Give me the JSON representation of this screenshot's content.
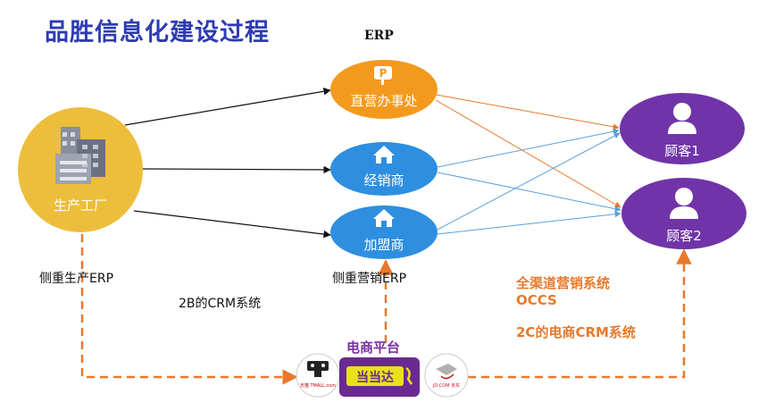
{
  "title": "品胜信息化建设过程",
  "labels": {
    "erp_top": "ERP",
    "production_focus": "侧重生产ERP",
    "marketing_focus": "侧重营销ERP",
    "crm_2b": "2B的CRM系统",
    "omni_channel_line1": "全渠道营销系统",
    "omni_channel_line2": "OCCS",
    "crm_2c": "2C的电商CRM系统",
    "ecommerce_platform": "电商平台"
  },
  "nodes": {
    "factory": "生产工厂",
    "direct_office": "直营办事处",
    "distributor": "经销商",
    "franchisee": "加盟商",
    "customer1": "顾客1",
    "customer2": "顾客2"
  },
  "platform_logos": {
    "tmall": "天猫 TMALL.com",
    "dangdang": "当当达",
    "jd": "JD.COM 京东"
  },
  "colors": {
    "title": "#2E3CB3",
    "factory": "#EDBE3B",
    "direct_office": "#F39A1E",
    "channel": "#2E8FE0",
    "customer": "#7034A8",
    "orange_line": "#E8792B",
    "blue_line": "#5AA1D9",
    "platform": "#7A2FA0"
  }
}
